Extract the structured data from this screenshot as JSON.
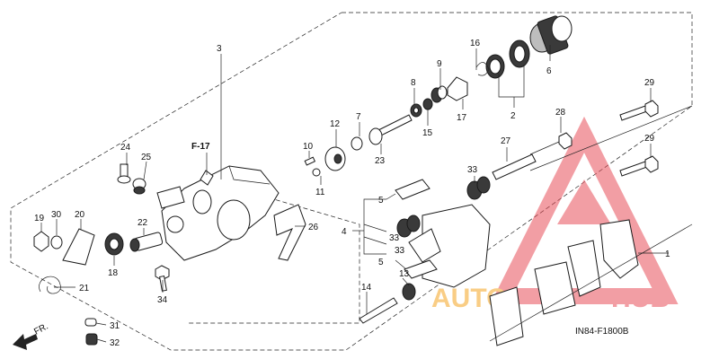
{
  "diagram": {
    "code": "IN84-F1800B",
    "ref_label": "F-17",
    "direction_label": "FR.",
    "part_numbers": [
      "1",
      "2",
      "3",
      "4",
      "5",
      "5",
      "6",
      "7",
      "8",
      "9",
      "10",
      "11",
      "12",
      "13",
      "14",
      "15",
      "16",
      "17",
      "18",
      "19",
      "20",
      "21",
      "22",
      "23",
      "24",
      "25",
      "26",
      "27",
      "28",
      "29",
      "29",
      "30",
      "31",
      "32",
      "33",
      "33",
      "33",
      "34"
    ],
    "colors": {
      "watermark_red": "#e8505a",
      "watermark_orange": "#f5a623",
      "line": "#222222"
    }
  },
  "watermark": {
    "text_a": "AUTO",
    "text_b": "HUB",
    "icon": "triangle-logo-icon"
  }
}
